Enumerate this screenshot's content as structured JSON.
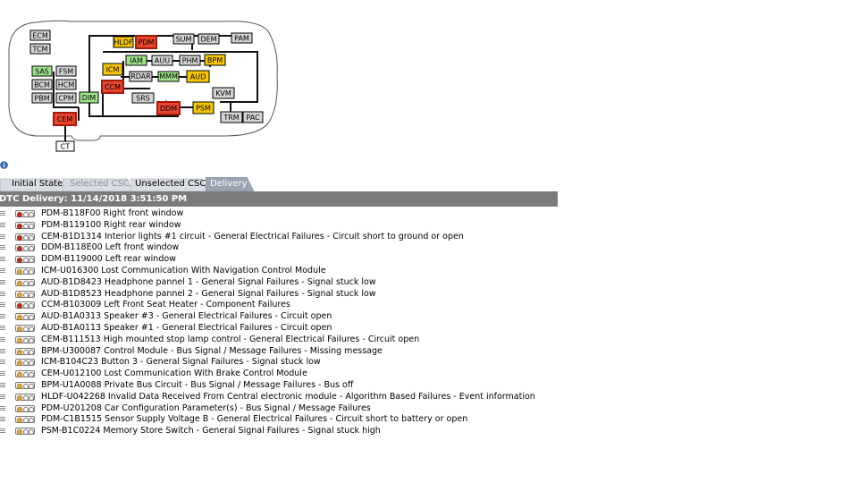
{
  "colors": {
    "module_red": "#e8452f",
    "module_red_border": "#a31a0a",
    "module_yellow": "#f6c700",
    "module_green": "#9ee38a",
    "module_grey": "#d4d4d4",
    "header_bg": "#7b7b7b",
    "tab_inactive_bg": "#d9dce3",
    "tab_active_bg": "#9aa4b3"
  },
  "diagram": {
    "modules": {
      "ecm": "ECM",
      "tcm": "TCM",
      "sas": "SAS",
      "fsm": "FSM",
      "bcm": "BCM",
      "hcm": "HCM",
      "pbm": "PBM",
      "cpm": "CPM",
      "dim": "DIM",
      "cem": "CEM",
      "ct": "CT",
      "hldf": "HLDF",
      "pdm": "PDM",
      "sum": "SUM",
      "dem": "DEM",
      "pam": "PAM",
      "icm": "ICM",
      "iam": "IAM",
      "auu": "AUU",
      "phm": "PHM",
      "bpm": "BPM",
      "rdar": "RDAR",
      "mmm": "MMM",
      "aud": "AUD",
      "ccm": "CCM",
      "srs": "SRS",
      "ddm": "DDM",
      "psm": "PSM",
      "kvm": "KVM",
      "trm": "TRM",
      "pac": "PAC"
    }
  },
  "info_icon": "info-icon",
  "tabs": [
    {
      "label": "Initial State",
      "state": "inactive"
    },
    {
      "label": "Selected CSC",
      "state": "disabled"
    },
    {
      "label": "Unselected CSC",
      "state": "inactive"
    },
    {
      "label": "Delivery",
      "state": "active"
    }
  ],
  "header": {
    "title": "DTC Delivery: 11/14/2018 3:51:50 PM"
  },
  "dtc_rows": [
    {
      "lamp": "red",
      "text": "PDM-B118F00 Right front window"
    },
    {
      "lamp": "red",
      "text": "PDM-B119100 Right rear window"
    },
    {
      "lamp": "red",
      "text": "CEM-B1D1314 Interior lights #1 circuit - General Electrical Failures - Circuit short to ground or open"
    },
    {
      "lamp": "red",
      "text": "DDM-B118E00 Left front window"
    },
    {
      "lamp": "red",
      "text": "DDM-B119000 Left rear window"
    },
    {
      "lamp": "amber",
      "text": "ICM-U016300 Lost Communication With Navigation Control Module"
    },
    {
      "lamp": "amber",
      "text": "AUD-B1D8423 Headphone pannel 1 - General Signal Failures - Signal stuck low"
    },
    {
      "lamp": "amber",
      "text": "AUD-B1D8523 Headphone pannel 2 - General Signal Failures - Signal stuck low"
    },
    {
      "lamp": "red",
      "text": "CCM-B103009 Left Front Seat Heater - Component Failures"
    },
    {
      "lamp": "amber",
      "text": "AUD-B1A0313 Speaker #3 - General Electrical Failures - Circuit open"
    },
    {
      "lamp": "amber",
      "text": "AUD-B1A0113 Speaker #1 - General Electrical Failures - Circuit open"
    },
    {
      "lamp": "amber",
      "text": "CEM-B111513 High mounted stop lamp control - General Electrical Failures - Circuit open"
    },
    {
      "lamp": "amber",
      "text": "BPM-U300087 Control Module - Bus Signal / Message Failures - Missing message"
    },
    {
      "lamp": "amber",
      "text": "ICM-B104C23 Button 3 - General Signal Failures - Signal stuck low"
    },
    {
      "lamp": "amber",
      "text": "CEM-U012100 Lost Communication With Brake Control Module"
    },
    {
      "lamp": "amber",
      "text": "BPM-U1A0088  Private Bus Circuit - Bus Signal / Message Failures - Bus off"
    },
    {
      "lamp": "amber",
      "text": "HLDF-U042268 Invalid Data Received From Central electronic module - Algorithm Based Failures - Event information"
    },
    {
      "lamp": "amber",
      "text": "PDM-U201208 Car Configuration Parameter(s) - Bus Signal / Message Failures"
    },
    {
      "lamp": "amber",
      "text": "PDM-C1B1515 Sensor Supply Voltage B - General Electrical Failures - Circuit short to battery or open"
    },
    {
      "lamp": "amber",
      "text": "PSM-B1C0224 Memory Store Switch - General Signal Failures - Signal stuck high"
    }
  ]
}
